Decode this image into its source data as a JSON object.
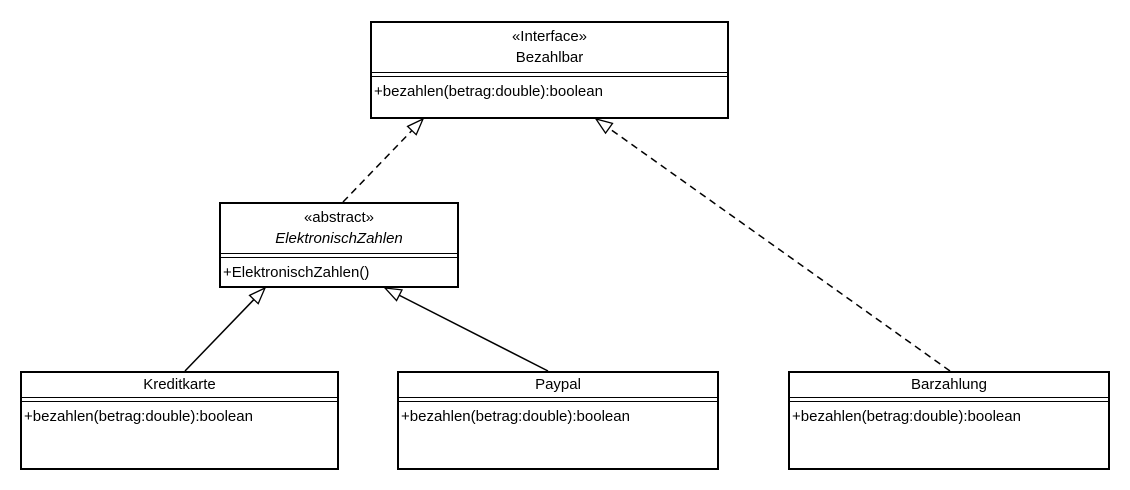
{
  "diagram": {
    "type": "uml-class-diagram",
    "colors": {
      "background": "#ffffff",
      "line": "#000000",
      "text": "#000000",
      "box_fill": "#ffffff"
    },
    "classes": [
      {
        "id": "bezahlbar",
        "stereotype": "«Interface»",
        "name": "Bezahlbar",
        "name_style": "normal",
        "methods": [
          "+bezahlen(betrag:double):boolean"
        ]
      },
      {
        "id": "elektronischzahlen",
        "stereotype": "«abstract»",
        "name": "ElektronischZahlen",
        "name_style": "italic",
        "methods": [
          "+ElektronischZahlen()"
        ]
      },
      {
        "id": "kreditkarte",
        "stereotype": "",
        "name": "Kreditkarte",
        "name_style": "normal",
        "methods": [
          "+bezahlen(betrag:double):boolean"
        ]
      },
      {
        "id": "paypal",
        "stereotype": "",
        "name": "Paypal",
        "name_style": "normal",
        "methods": [
          "+bezahlen(betrag:double):boolean"
        ]
      },
      {
        "id": "barzahlung",
        "stereotype": "",
        "name": "Barzahlung",
        "name_style": "normal",
        "methods": [
          "+bezahlen(betrag:double):boolean"
        ]
      }
    ],
    "relationships": [
      {
        "from": "ElektronischZahlen",
        "to": "Bezahlbar",
        "type": "realization",
        "line": "dashed",
        "arrowhead": "hollow-triangle"
      },
      {
        "from": "Barzahlung",
        "to": "Bezahlbar",
        "type": "realization",
        "line": "dashed",
        "arrowhead": "hollow-triangle"
      },
      {
        "from": "Kreditkarte",
        "to": "ElektronischZahlen",
        "type": "generalization",
        "line": "solid",
        "arrowhead": "hollow-triangle"
      },
      {
        "from": "Paypal",
        "to": "ElektronischZahlen",
        "type": "generalization",
        "line": "solid",
        "arrowhead": "hollow-triangle"
      }
    ]
  }
}
